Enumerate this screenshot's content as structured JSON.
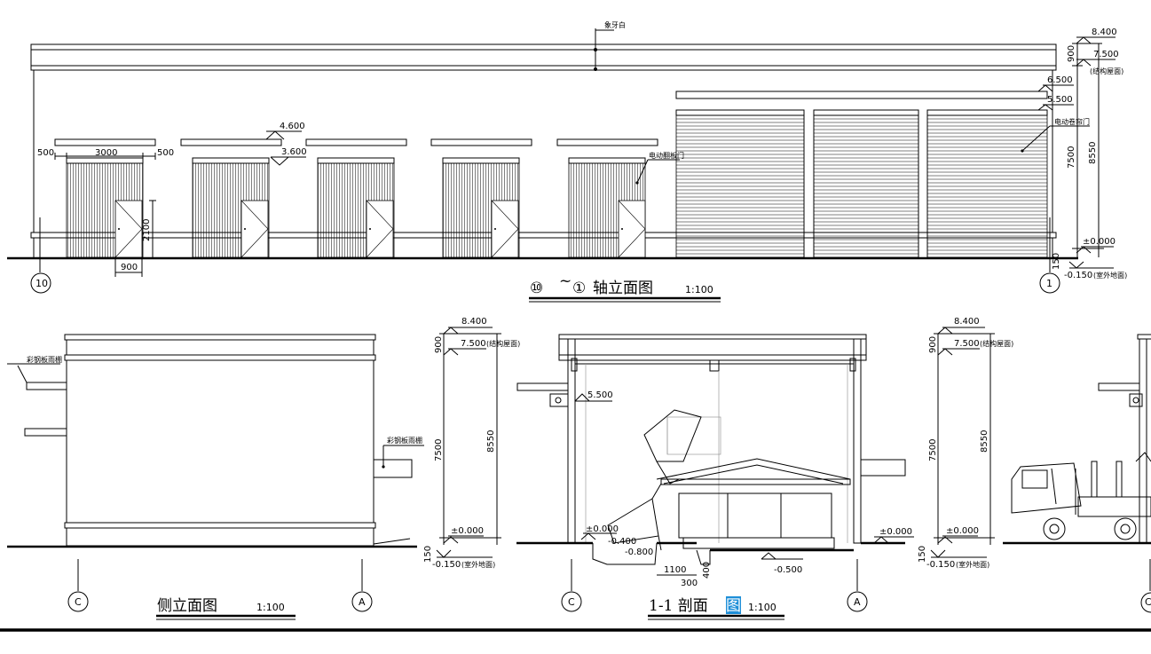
{
  "drawing": {
    "elevation_main": {
      "title_prefix": "⑩",
      "title_tilde": "~",
      "title_axis": "①",
      "title_text": "轴立面图",
      "title_scale": "1:100",
      "axis_left": "10",
      "axis_right": "1",
      "parapet_label": "象牙白",
      "roller_door_label": "电动卷帘门",
      "flap_door_label": "电动翻板门",
      "elev_top": "8.400",
      "elev_roof": "7.500",
      "elev_roof_note": "(结构屋面)",
      "elev_canopy_big": "6.500",
      "elev_door_top_big": "5.500",
      "elev_canopy_small": "4.600",
      "elev_door_top_small": "3.600",
      "elev_zero": "±0.000",
      "elev_outdoor": "-0.150",
      "elev_outdoor_note": "(室外地面)",
      "dim_parapet": "900",
      "dim_wall": "7500",
      "dim_total": "8550",
      "dim_plinth": "150",
      "dim_door_width": "3000",
      "dim_margin": "500",
      "dim_pedestrian_door": "900",
      "dim_door_height": "2100"
    },
    "side_elevation": {
      "title": "侧立面图",
      "title_scale": "1:100",
      "axis_left": "C",
      "axis_right": "A",
      "canopy_label": "彩钢板雨棚",
      "elev_top": "8.400",
      "elev_roof": "7.500",
      "elev_roof_note": "(结构屋面)",
      "elev_zero": "±0.000",
      "elev_outdoor": "-0.150",
      "elev_outdoor_note": "(室外地面)",
      "dim_parapet": "900",
      "dim_wall": "7500",
      "dim_total": "8550",
      "dim_plinth": "150"
    },
    "section": {
      "title_prefix": "1-1 剖面",
      "title_highlight": "图",
      "title_scale": "1:100",
      "axis_left": "C",
      "axis_right": "A",
      "elev_canopy": "5.500",
      "elev_zero": "±0.000",
      "elev_zero_right": "±0.000",
      "elev_pit1": "-0.400",
      "elev_pit2": "-0.800",
      "elev_pit3": "-0.500",
      "dim_pit": "1100",
      "dim_step": "300",
      "dim_depth": "400",
      "elev_top": "8.400",
      "elev_roof": "7.500",
      "elev_roof_note": "(结构屋面)",
      "elev_zero2": "±0.000",
      "elev_outdoor": "-0.150",
      "elev_outdoor_note": "(室外地面)",
      "dim_parapet": "900",
      "dim_wall": "7500",
      "dim_total": "8550",
      "dim_plinth": "150"
    },
    "truck_section": {
      "axis_left": "C"
    }
  }
}
